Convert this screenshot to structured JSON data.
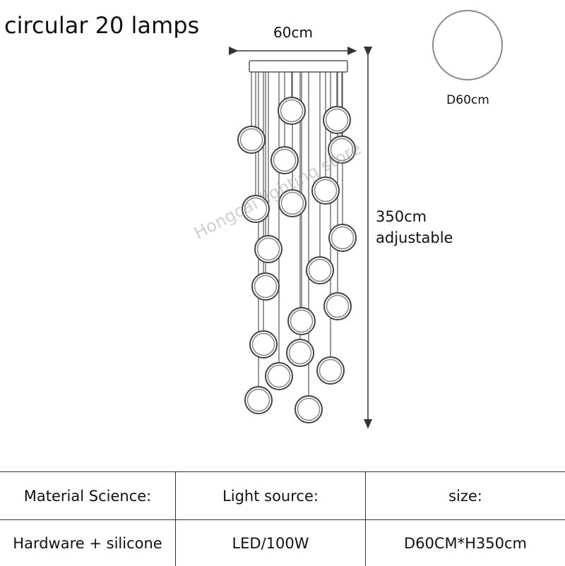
{
  "title": "circular 20 lamps",
  "dimensions": {
    "width_label": "60cm",
    "diameter_label": "D60cm",
    "height_label": "350cm",
    "height_note": "adjustable"
  },
  "watermark": "Hongcai lighting store",
  "product": {
    "lamp_count": 20,
    "lamp_shape": "ring"
  },
  "specs": {
    "headers": [
      "Material Science:",
      "Light source:",
      "size:"
    ],
    "values": [
      "Hardware + silicone",
      "LED/100W",
      "D60CM*H350cm"
    ]
  },
  "colors": {
    "line": "#333333",
    "ring": "#444444",
    "circle_outline": "#8a8a8a"
  }
}
